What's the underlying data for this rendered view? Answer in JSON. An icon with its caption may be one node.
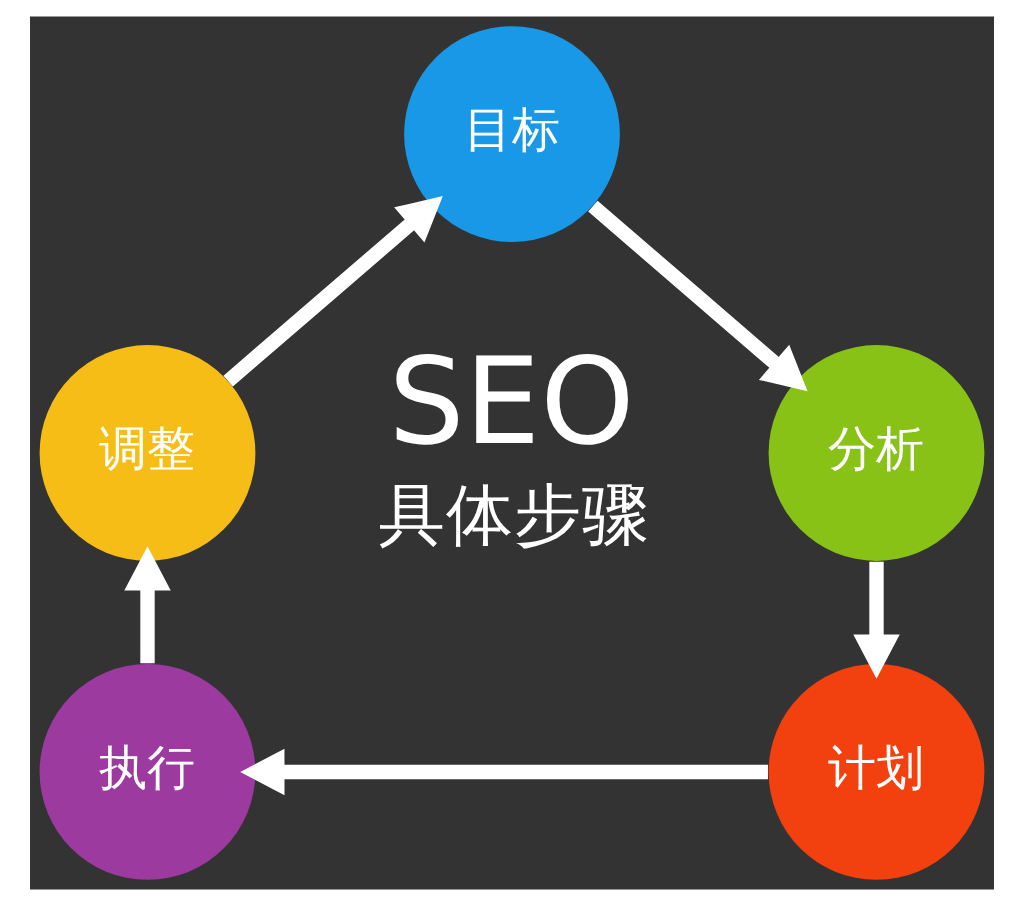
{
  "diagram": {
    "nodes": [
      {
        "text": [
          "目标"
        ]
      },
      {
        "text": [
          "调整"
        ]
      },
      {
        "text": [
          "分析"
        ]
      },
      {
        "text": [
          "执行"
        ]
      },
      {
        "text": [
          "计划"
        ]
      }
    ],
    "edges": [
      {
        "from": 0,
        "to": 2,
        "arrow": "to"
      },
      {
        "from": 2,
        "to": 4,
        "arrow": "to"
      },
      {
        "from": 4,
        "to": 3,
        "arrow": "to"
      },
      {
        "from": 3,
        "to": 1,
        "arrow": "to"
      },
      {
        "from": 1,
        "to": 0,
        "arrow": "to"
      }
    ],
    "labels": [
      "SEO",
      "具体步骤"
    ]
  }
}
